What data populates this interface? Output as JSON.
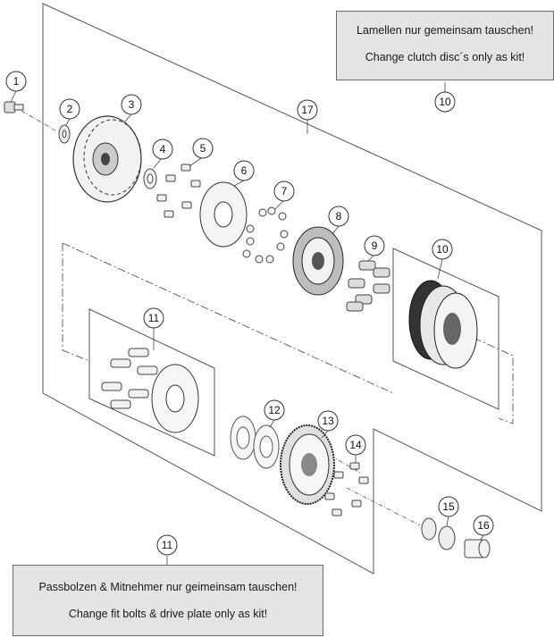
{
  "notes": {
    "clutch_kit": {
      "line1": "Lamellen nur gemeinsam tauschen!",
      "line2": "Change clutch disc´s only as kit!"
    },
    "drive_plate_kit": {
      "line1": "Passbolzen & Mitnehmer nur geimeinsam tauschen!",
      "line2": "Change fit bolts & drive plate only as kit!"
    }
  },
  "callouts": [
    {
      "id": "callout-1",
      "label": "1"
    },
    {
      "id": "callout-2",
      "label": "2"
    },
    {
      "id": "callout-3",
      "label": "3"
    },
    {
      "id": "callout-4",
      "label": "4"
    },
    {
      "id": "callout-5",
      "label": "5"
    },
    {
      "id": "callout-6",
      "label": "6"
    },
    {
      "id": "callout-7",
      "label": "7"
    },
    {
      "id": "callout-8",
      "label": "8"
    },
    {
      "id": "callout-9",
      "label": "9"
    },
    {
      "id": "callout-10-part",
      "label": "10"
    },
    {
      "id": "callout-10-note",
      "label": "10"
    },
    {
      "id": "callout-11-part",
      "label": "11"
    },
    {
      "id": "callout-11-note",
      "label": "11"
    },
    {
      "id": "callout-12",
      "label": "12"
    },
    {
      "id": "callout-13",
      "label": "13"
    },
    {
      "id": "callout-14",
      "label": "14"
    },
    {
      "id": "callout-15",
      "label": "15"
    },
    {
      "id": "callout-16",
      "label": "16"
    },
    {
      "id": "callout-17",
      "label": "17"
    }
  ]
}
